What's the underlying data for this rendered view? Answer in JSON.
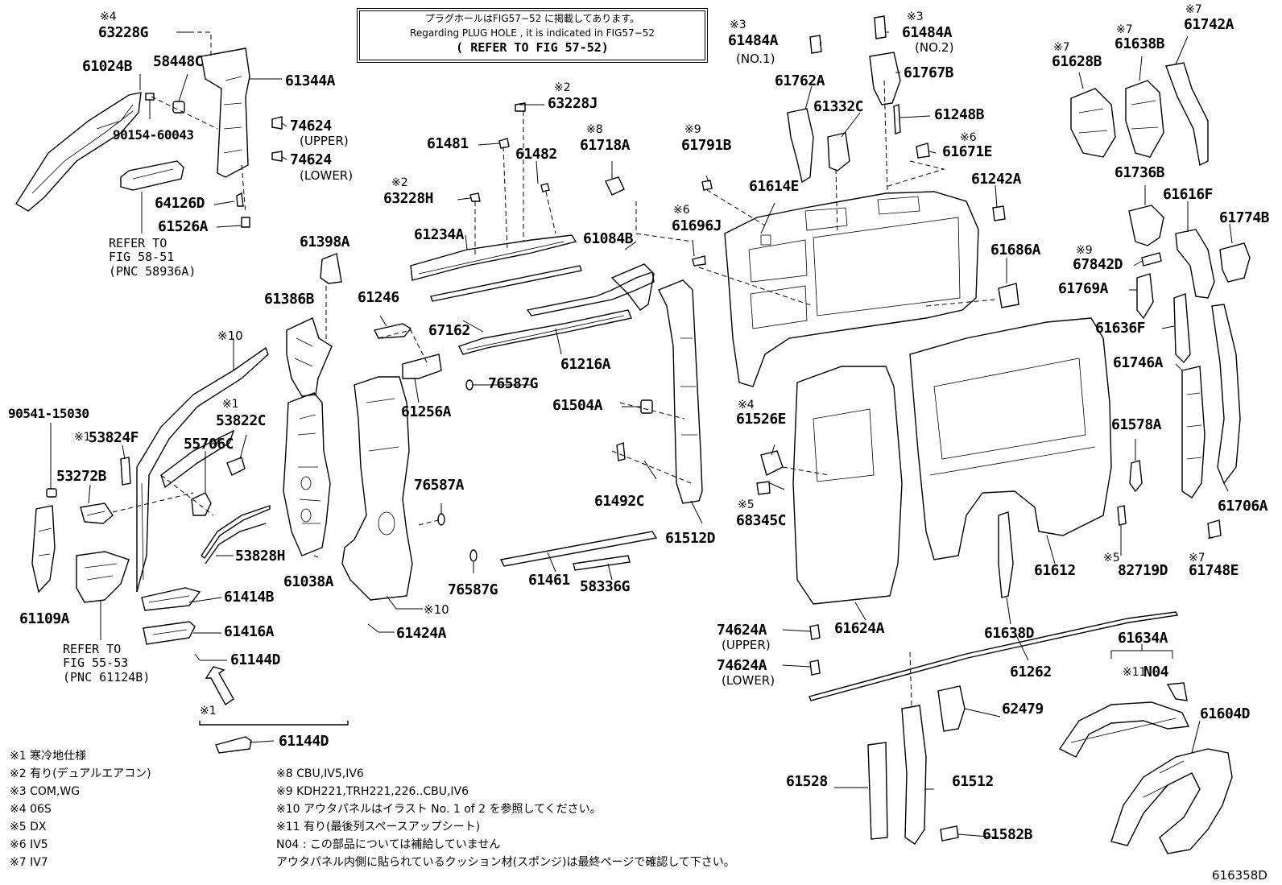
{
  "notice": {
    "line1": "プラグホールはFIG57−52 に掲載してあります。",
    "line2": "Regarding PLUG HOLE , it is indicated in FIG57−52",
    "line3": "( REFER TO FIG 57-52)"
  },
  "parts": [
    {
      "id": "p1",
      "mark": "※4",
      "label": "63228G"
    },
    {
      "id": "p2",
      "label": "61024B"
    },
    {
      "id": "p3",
      "label": "58448C"
    },
    {
      "id": "p4",
      "label": "61344A"
    },
    {
      "id": "p5",
      "label": "90154-60043"
    },
    {
      "id": "p6",
      "label": "74624",
      "sub": "(UPPER)"
    },
    {
      "id": "p7",
      "label": "74624",
      "sub": "(LOWER)"
    },
    {
      "id": "p8",
      "label": "64126D"
    },
    {
      "id": "p9",
      "label": "61526A"
    },
    {
      "id": "p10",
      "label": "61398A"
    },
    {
      "id": "p11",
      "label": "61386B"
    },
    {
      "id": "p12",
      "mark": "※10"
    },
    {
      "id": "p13",
      "label": "90541-15030"
    },
    {
      "id": "p14",
      "mark": "※1",
      "label": "53824F"
    },
    {
      "id": "p15",
      "mark": "※1",
      "label": "53822C"
    },
    {
      "id": "p16",
      "label": "53272B"
    },
    {
      "id": "p17",
      "label": "55706C"
    },
    {
      "id": "p18",
      "label": "53828H"
    },
    {
      "id": "p19",
      "label": "61038A"
    },
    {
      "id": "p20",
      "label": "61109A"
    },
    {
      "id": "p21",
      "label": "61414B"
    },
    {
      "id": "p22",
      "label": "61416A"
    },
    {
      "id": "p23",
      "label": "61144D"
    },
    {
      "id": "p24",
      "mark": "※1",
      "label": "61144D"
    },
    {
      "id": "p25",
      "mark": "※2",
      "label": "63228J"
    },
    {
      "id": "p26",
      "label": "61481"
    },
    {
      "id": "p27",
      "label": "61482"
    },
    {
      "id": "p28",
      "mark": "※2",
      "label": "63228H"
    },
    {
      "id": "p29",
      "label": "61234A"
    },
    {
      "id": "p30",
      "mark": "※8",
      "label": "61718A"
    },
    {
      "id": "p31",
      "label": "61084B"
    },
    {
      "id": "p32",
      "label": "61246"
    },
    {
      "id": "p33",
      "label": "67162"
    },
    {
      "id": "p34",
      "label": "61216A"
    },
    {
      "id": "p35",
      "label": "76587G"
    },
    {
      "id": "p36",
      "label": "61256A"
    },
    {
      "id": "p37",
      "label": "61504A"
    },
    {
      "id": "p38",
      "label": "76587A"
    },
    {
      "id": "p39",
      "label": "61492C"
    },
    {
      "id": "p40",
      "label": "61512D"
    },
    {
      "id": "p41",
      "label": "76587G"
    },
    {
      "id": "p42",
      "label": "61461"
    },
    {
      "id": "p43",
      "label": "58336G"
    },
    {
      "id": "p44",
      "label": "61424A"
    },
    {
      "id": "p45",
      "mark": "※10"
    },
    {
      "id": "p46",
      "mark": "※9",
      "label": "61791B"
    },
    {
      "id": "p47",
      "mark": "※6",
      "label": "61696J"
    },
    {
      "id": "p48",
      "mark": "※3",
      "label": "61484A",
      "sub": "(NO.1)"
    },
    {
      "id": "p49",
      "label": "61762A"
    },
    {
      "id": "p50",
      "label": "61332C"
    },
    {
      "id": "p51",
      "label": "61614E"
    },
    {
      "id": "p52",
      "mark": "※3",
      "label": "61484A",
      "sub": "(NO.2)"
    },
    {
      "id": "p53",
      "label": "61767B"
    },
    {
      "id": "p54",
      "label": "61248B"
    },
    {
      "id": "p55",
      "mark": "※6",
      "label": "61671E"
    },
    {
      "id": "p56",
      "label": "61242A"
    },
    {
      "id": "p57",
      "label": "61686A"
    },
    {
      "id": "p58",
      "mark": "※7",
      "label": "61628B"
    },
    {
      "id": "p59",
      "mark": "※7",
      "label": "61638B"
    },
    {
      "id": "p60",
      "mark": "※7",
      "label": "61742A"
    },
    {
      "id": "p61",
      "label": "61736B"
    },
    {
      "id": "p62",
      "label": "61616F"
    },
    {
      "id": "p63",
      "label": "61774B"
    },
    {
      "id": "p64",
      "mark": "※9",
      "label": "67842D"
    },
    {
      "id": "p65",
      "label": "61769A"
    },
    {
      "id": "p66",
      "label": "61636F"
    },
    {
      "id": "p67",
      "label": "61746A"
    },
    {
      "id": "p68",
      "mark": "※4",
      "label": "61526E"
    },
    {
      "id": "p69",
      "mark": "※5",
      "label": "68345C"
    },
    {
      "id": "p70",
      "label": "61578A"
    },
    {
      "id": "p71",
      "label": "61706A"
    },
    {
      "id": "p72",
      "label": "61612"
    },
    {
      "id": "p73",
      "mark": "※5",
      "label": "82719D"
    },
    {
      "id": "p74",
      "mark": "※7",
      "label": "61748E"
    },
    {
      "id": "p75",
      "label": "61624A"
    },
    {
      "id": "p76",
      "label": "74624A",
      "sub": "(UPPER)"
    },
    {
      "id": "p77",
      "label": "74624A",
      "sub": "(LOWER)"
    },
    {
      "id": "p78",
      "label": "61638D"
    },
    {
      "id": "p79",
      "label": "61262"
    },
    {
      "id": "p80",
      "label": "61634A"
    },
    {
      "id": "p81",
      "mark": "※11",
      "label": "N04"
    },
    {
      "id": "p82",
      "label": "62479"
    },
    {
      "id": "p83",
      "label": "61604D"
    },
    {
      "id": "p84",
      "label": "61528"
    },
    {
      "id": "p85",
      "label": "61512"
    },
    {
      "id": "p86",
      "label": "61582B"
    }
  ],
  "references": [
    {
      "id": "r1",
      "lines": [
        "REFER TO",
        "FIG 58-51",
        "(PNC 58936A)"
      ]
    },
    {
      "id": "r2",
      "lines": [
        "REFER TO",
        "FIG 55-53",
        "(PNC 61124B)"
      ]
    }
  ],
  "legend": [
    "※1 寒冷地仕様",
    "※2 有り(デュアルエアコン)",
    "※3 COM,WG",
    "※4 06S",
    "※5 DX",
    "※6 IV5",
    "※7 IV7"
  ],
  "legend2": [
    "※8 CBU,IV5,IV6",
    "※9 KDH221,TRH221,226..CBU,IV6",
    "※10 アウタパネルはイラスト No. 1 of 2 を参照してください。",
    "※11 有り(最後列スペースアップシート)",
    "N04 : この部品については補給していません",
    "アウタパネル内側に貼られているクッション材(スポンジ)は最終ページで確認して下さい。"
  ],
  "figure_number": "616358D"
}
